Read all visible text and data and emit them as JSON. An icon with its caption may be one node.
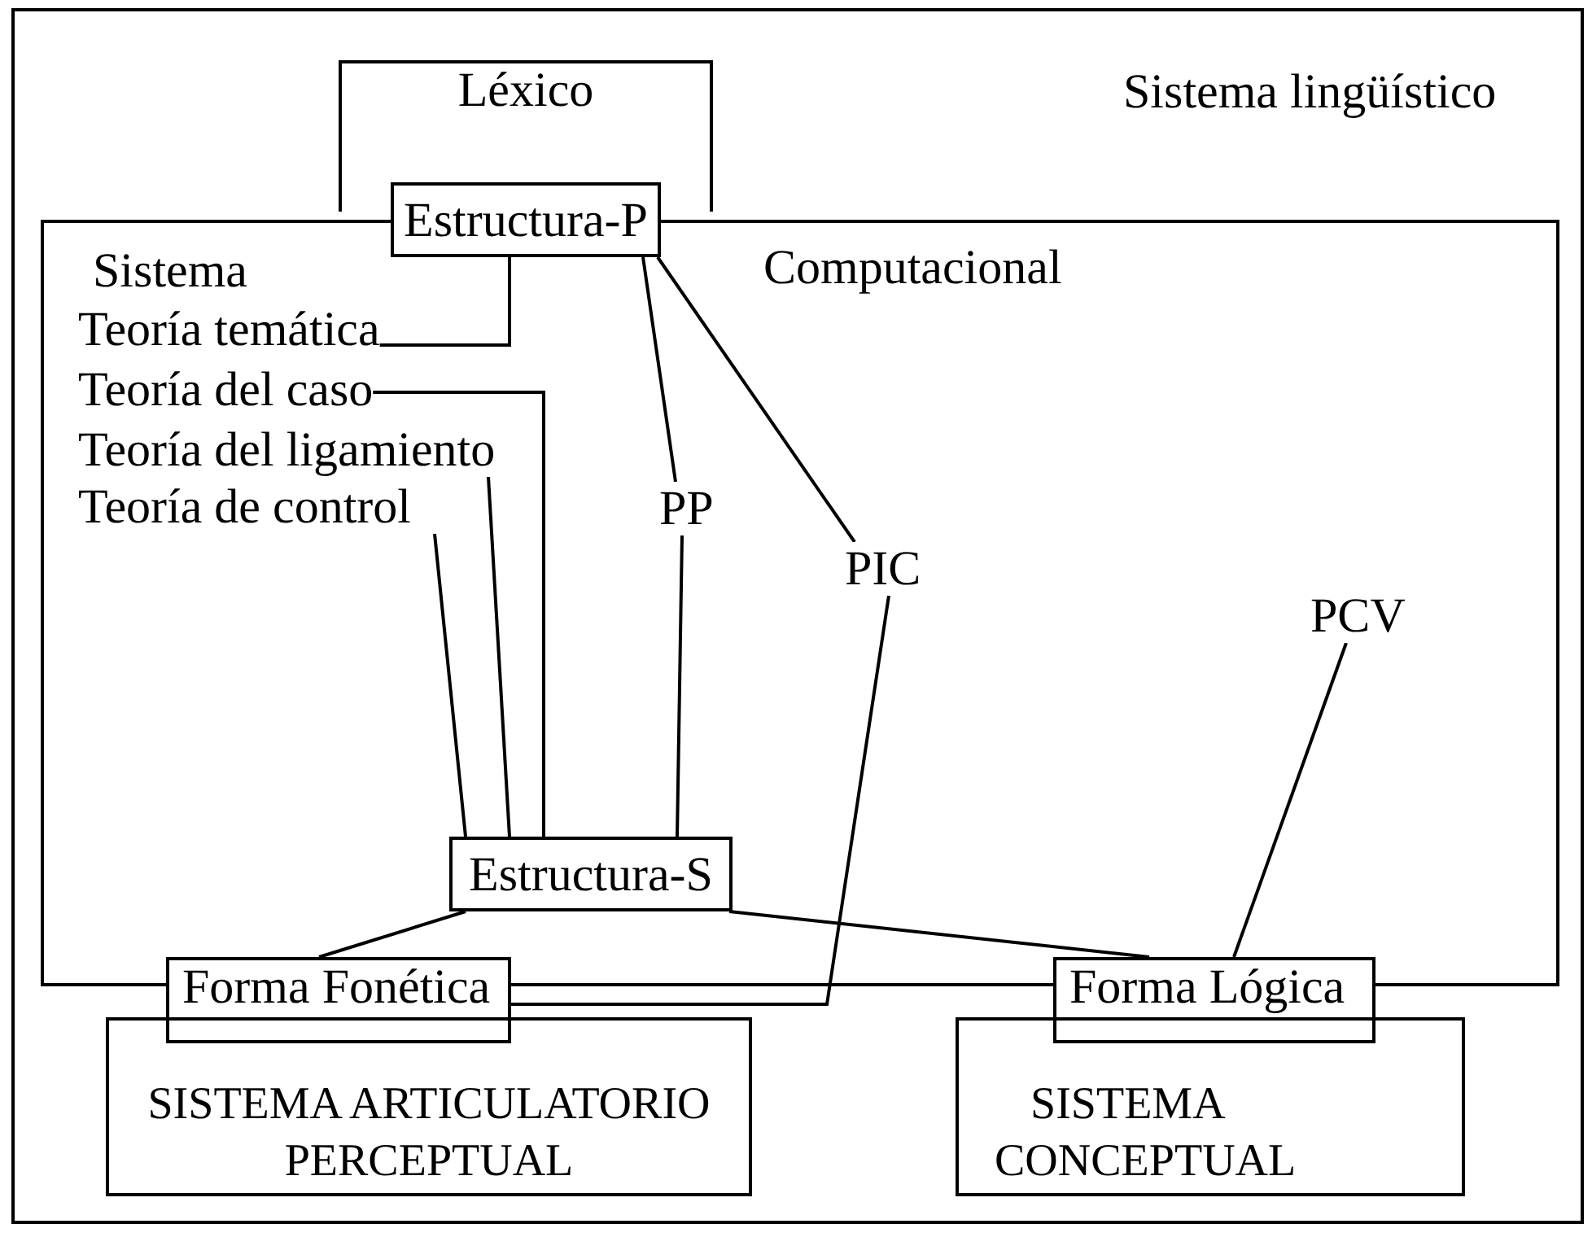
{
  "diagram": {
    "nodes": [
      {
        "text": [
          "Sistema lingüístico"
        ]
      },
      {
        "text": [
          "Léxico"
        ],
        "in": 0
      },
      {
        "text": [
          "Sistema",
          "Computacional"
        ],
        "in": 0
      },
      {
        "text": [
          "Estructura-P"
        ],
        "in": 0
      },
      {
        "text": [
          "Teoría temática"
        ],
        "in": 2
      },
      {
        "text": [
          "Teoría del caso"
        ],
        "in": 2
      },
      {
        "text": [
          "Teoría del ligamiento"
        ],
        "in": 2
      },
      {
        "text": [
          "Teoría de control"
        ],
        "in": 2
      },
      {
        "text": [
          "PP"
        ],
        "in": 2
      },
      {
        "text": [
          "PIC"
        ],
        "in": 2
      },
      {
        "text": [
          "PCV"
        ],
        "in": 2
      },
      {
        "text": [
          "Estructura-S"
        ],
        "in": 2
      },
      {
        "text": [
          "Forma Fonética"
        ],
        "in": 0
      },
      {
        "text": [
          "Forma Lógica"
        ],
        "in": 0
      },
      {
        "text": [
          "SISTEMA ARTICULATORIO PERCEPTUAL"
        ],
        "in": 0
      },
      {
        "text": [
          "SISTEMA CONCEPTUAL"
        ],
        "in": 0
      }
    ],
    "edges": [
      {
        "from": 3,
        "to": 4,
        "arrow": "none"
      },
      {
        "from": 3,
        "to": 8,
        "arrow": "none"
      },
      {
        "from": 3,
        "to": 9,
        "arrow": "none"
      },
      {
        "from": 5,
        "to": 11,
        "arrow": "none"
      },
      {
        "from": 6,
        "to": 11,
        "arrow": "none"
      },
      {
        "from": 7,
        "to": 11,
        "arrow": "none"
      },
      {
        "from": 8,
        "to": 11,
        "arrow": "none"
      },
      {
        "from": 9,
        "to": 12,
        "arrow": "none"
      },
      {
        "from": 11,
        "to": 12,
        "arrow": "none"
      },
      {
        "from": 11,
        "to": 13,
        "arrow": "none"
      },
      {
        "from": 10,
        "to": 13,
        "arrow": "none"
      }
    ]
  }
}
